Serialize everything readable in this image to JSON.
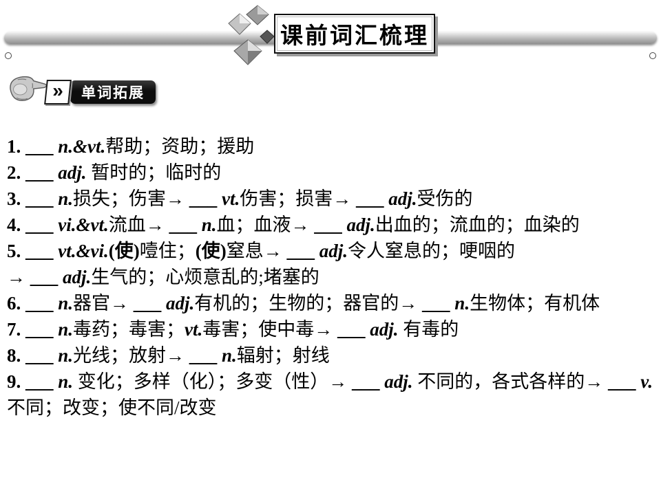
{
  "header": {
    "title": "课前词汇梳理"
  },
  "badge": {
    "label": "单词拓展"
  },
  "icons": {
    "gems": "gem-cluster-icon",
    "hand": "hand-icon",
    "chevron": "double-chevron-icon"
  },
  "colors": {
    "badge_bg": "#0d0d0d",
    "badge_text": "#ffffff",
    "ribbon_gray": "#b9b9b9",
    "text": "#000000",
    "background": "#ffffff"
  },
  "vocab": {
    "items": [
      {
        "segments": [
          {
            "t": "1. ",
            "s": "b"
          },
          {
            "t": "___ ",
            "s": "b"
          },
          {
            "t": "n.&vt.",
            "s": "bi"
          },
          {
            "t": "帮助；资助；援助",
            "s": "r"
          }
        ]
      },
      {
        "segments": [
          {
            "t": "2. ",
            "s": "b"
          },
          {
            "t": "___ ",
            "s": "b"
          },
          {
            "t": "adj.",
            "s": "bi"
          },
          {
            "t": " 暂时的；临时的",
            "s": "r"
          }
        ]
      },
      {
        "segments": [
          {
            "t": "3. ",
            "s": "b"
          },
          {
            "t": "___ ",
            "s": "b"
          },
          {
            "t": "n.",
            "s": "bi"
          },
          {
            "t": "损失；伤害→ ",
            "s": "r"
          },
          {
            "t": "___ ",
            "s": "b"
          },
          {
            "t": "vt.",
            "s": "bi"
          },
          {
            "t": "伤害；损害→ ",
            "s": "r"
          },
          {
            "t": "___ ",
            "s": "b"
          },
          {
            "t": "adj.",
            "s": "bi"
          },
          {
            "t": "受伤的",
            "s": "r"
          }
        ]
      },
      {
        "segments": [
          {
            "t": "4. ",
            "s": "b"
          },
          {
            "t": "___ ",
            "s": "b"
          },
          {
            "t": "vi.&vt.",
            "s": "bi"
          },
          {
            "t": "流血→ ",
            "s": "r"
          },
          {
            "t": "___ ",
            "s": "b"
          },
          {
            "t": "n.",
            "s": "bi"
          },
          {
            "t": "血；血液→ ",
            "s": "r"
          },
          {
            "t": "___ ",
            "s": "b"
          },
          {
            "t": "adj.",
            "s": "bi"
          },
          {
            "t": "出血的；流血的；血染的",
            "s": "r"
          }
        ]
      },
      {
        "segments": [
          {
            "t": "5. ",
            "s": "b"
          },
          {
            "t": "___ ",
            "s": "b"
          },
          {
            "t": "vt.&vi.",
            "s": "bi"
          },
          {
            "t": "(使)",
            "s": "b"
          },
          {
            "t": "噎住；",
            "s": "r"
          },
          {
            "t": "(使)",
            "s": "b"
          },
          {
            "t": "窒息→ ",
            "s": "r"
          },
          {
            "t": "___ ",
            "s": "b"
          },
          {
            "t": "adj.",
            "s": "bi"
          },
          {
            "t": "令人窒息的；哽咽的",
            "s": "r"
          },
          {
            "br": true
          },
          {
            "t": "→ ",
            "s": "r"
          },
          {
            "t": "___ ",
            "s": "b"
          },
          {
            "t": "adj.",
            "s": "bi"
          },
          {
            "t": "生气的；心烦意乱的;堵塞的",
            "s": "r"
          }
        ]
      },
      {
        "segments": [
          {
            "t": "6. ",
            "s": "b"
          },
          {
            "t": "___ ",
            "s": "b"
          },
          {
            "t": "n.",
            "s": "bi"
          },
          {
            "t": "器官→ ",
            "s": "r"
          },
          {
            "t": "___ ",
            "s": "b"
          },
          {
            "t": "adj.",
            "s": "bi"
          },
          {
            "t": "有机的；生物的；器官的→ ",
            "s": "r"
          },
          {
            "t": "___ ",
            "s": "b"
          },
          {
            "t": "n.",
            "s": "bi"
          },
          {
            "t": "生物体；有机体",
            "s": "r"
          }
        ]
      },
      {
        "segments": [
          {
            "t": "7. ",
            "s": "b"
          },
          {
            "t": "___ ",
            "s": "b"
          },
          {
            "t": "n.",
            "s": "bi"
          },
          {
            "t": "毒药；毒害；",
            "s": "r"
          },
          {
            "t": "vt.",
            "s": "bi"
          },
          {
            "t": "毒害；使中毒→ ",
            "s": "r"
          },
          {
            "t": "___ ",
            "s": "b"
          },
          {
            "t": "adj.",
            "s": "bi"
          },
          {
            "t": " 有毒的",
            "s": "r"
          }
        ]
      },
      {
        "segments": [
          {
            "t": "8. ",
            "s": "b"
          },
          {
            "t": "___ ",
            "s": "b"
          },
          {
            "t": "n.",
            "s": "bi"
          },
          {
            "t": "光线；放射→ ",
            "s": "r"
          },
          {
            "t": "___ ",
            "s": "b"
          },
          {
            "t": "n.",
            "s": "bi"
          },
          {
            "t": "辐射；射线",
            "s": "r"
          }
        ]
      },
      {
        "segments": [
          {
            "t": "9. ",
            "s": "b"
          },
          {
            "t": "___ ",
            "s": "b"
          },
          {
            "t": "n.",
            "s": "bi"
          },
          {
            "t": " 变化；多样（化）；多变（性）→ ",
            "s": "r"
          },
          {
            "t": "___ ",
            "s": "b"
          },
          {
            "t": "adj.",
            "s": "bi"
          },
          {
            "t": " 不同的，各式各样的→ ",
            "s": "r"
          },
          {
            "t": "___ ",
            "s": "b"
          },
          {
            "t": "v.",
            "s": "bi"
          },
          {
            "t": "不同；改变；使不同/改变",
            "s": "r"
          }
        ]
      }
    ]
  }
}
